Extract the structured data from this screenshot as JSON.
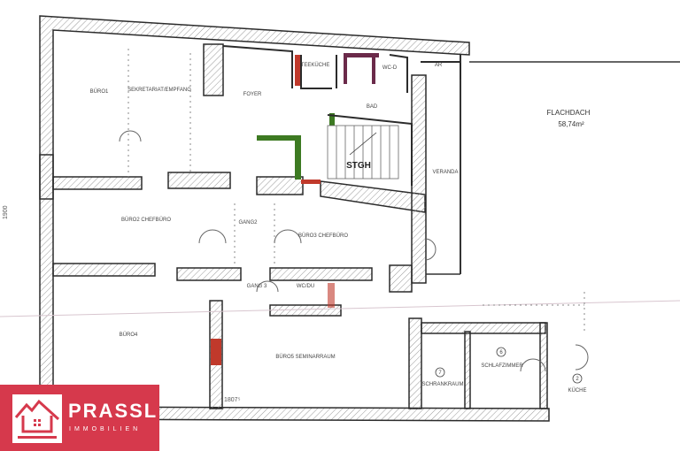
{
  "plan": {
    "rooms": {
      "buero1": "BÜRO1",
      "sekretariat": "SEKRETARIAT/EMPFANG",
      "foyer": "FOYER",
      "teekueche": "TEEKÜCHE",
      "wc": "WC-D",
      "ar": "AR",
      "bad": "BAD",
      "stgh": "STGH",
      "veranda": "VERANDA",
      "flachdach": "FLACHDACH",
      "flachdach_area": "58,74m²",
      "buero2": "BÜRO2 CHEFBÜRO",
      "gang2": "GANG2",
      "buero3": "BÜRO3 CHEFBÜRO",
      "gang3": "GANG 3",
      "wcdu": "WC/DU",
      "buero4": "BÜRO4",
      "buero5": "BÜRO5 SEMINARRAUM",
      "schrankraum": "SCHRANKRAUM",
      "schlafzimmer": "SCHLAFZIMMER",
      "kueche": "KÜCHE"
    },
    "room_numbers": {
      "schrankraum": "7",
      "schlafzimmer": "6",
      "kueche": "2"
    },
    "dimensions": {
      "side": "1900",
      "bottom": "1807⁵"
    },
    "colors": {
      "wall_red": "#c0392b",
      "wall_green": "#3d7a22",
      "wall_purple": "#6b2a4a"
    }
  },
  "logo": {
    "name": "PRASSL",
    "subtitle": "IMMOBILIEN",
    "color": "#d6394c"
  }
}
